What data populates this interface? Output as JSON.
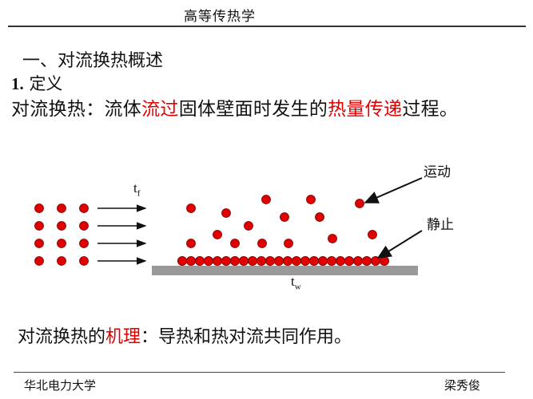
{
  "header": {
    "title": "高等传热学"
  },
  "section": {
    "title": "一、对流换热概述"
  },
  "definition": {
    "number": "1.",
    "label": "定义",
    "segments": [
      {
        "text": "对流换热：流体",
        "color": "#111111"
      },
      {
        "text": "流过",
        "color": "#e00000"
      },
      {
        "text": "固体壁面时发生的",
        "color": "#111111"
      },
      {
        "text": "热量传递",
        "color": "#e00000"
      },
      {
        "text": "过程。",
        "color": "#111111"
      }
    ]
  },
  "diagram": {
    "fluid_temp_label": {
      "main": "t",
      "sub": "f"
    },
    "wall_temp_label": {
      "main": "t",
      "sub": "w"
    },
    "moving_label": "运动",
    "static_label": "静止",
    "particle_color": "#e00000",
    "wall_color": "#999999",
    "incoming_grid": {
      "columns": 3,
      "rows": 4
    },
    "arrow_count": 4,
    "wall_layer_count": 24,
    "free_particle_count": 15
  },
  "mechanism": {
    "segments": [
      {
        "text": "对流换热的",
        "color": "#111111"
      },
      {
        "text": "机理",
        "color": "#e00000"
      },
      {
        "text": "：导热和热对流共同作用。",
        "color": "#111111"
      }
    ]
  },
  "footer": {
    "left": "华北电力大学",
    "right": "梁秀俊"
  }
}
